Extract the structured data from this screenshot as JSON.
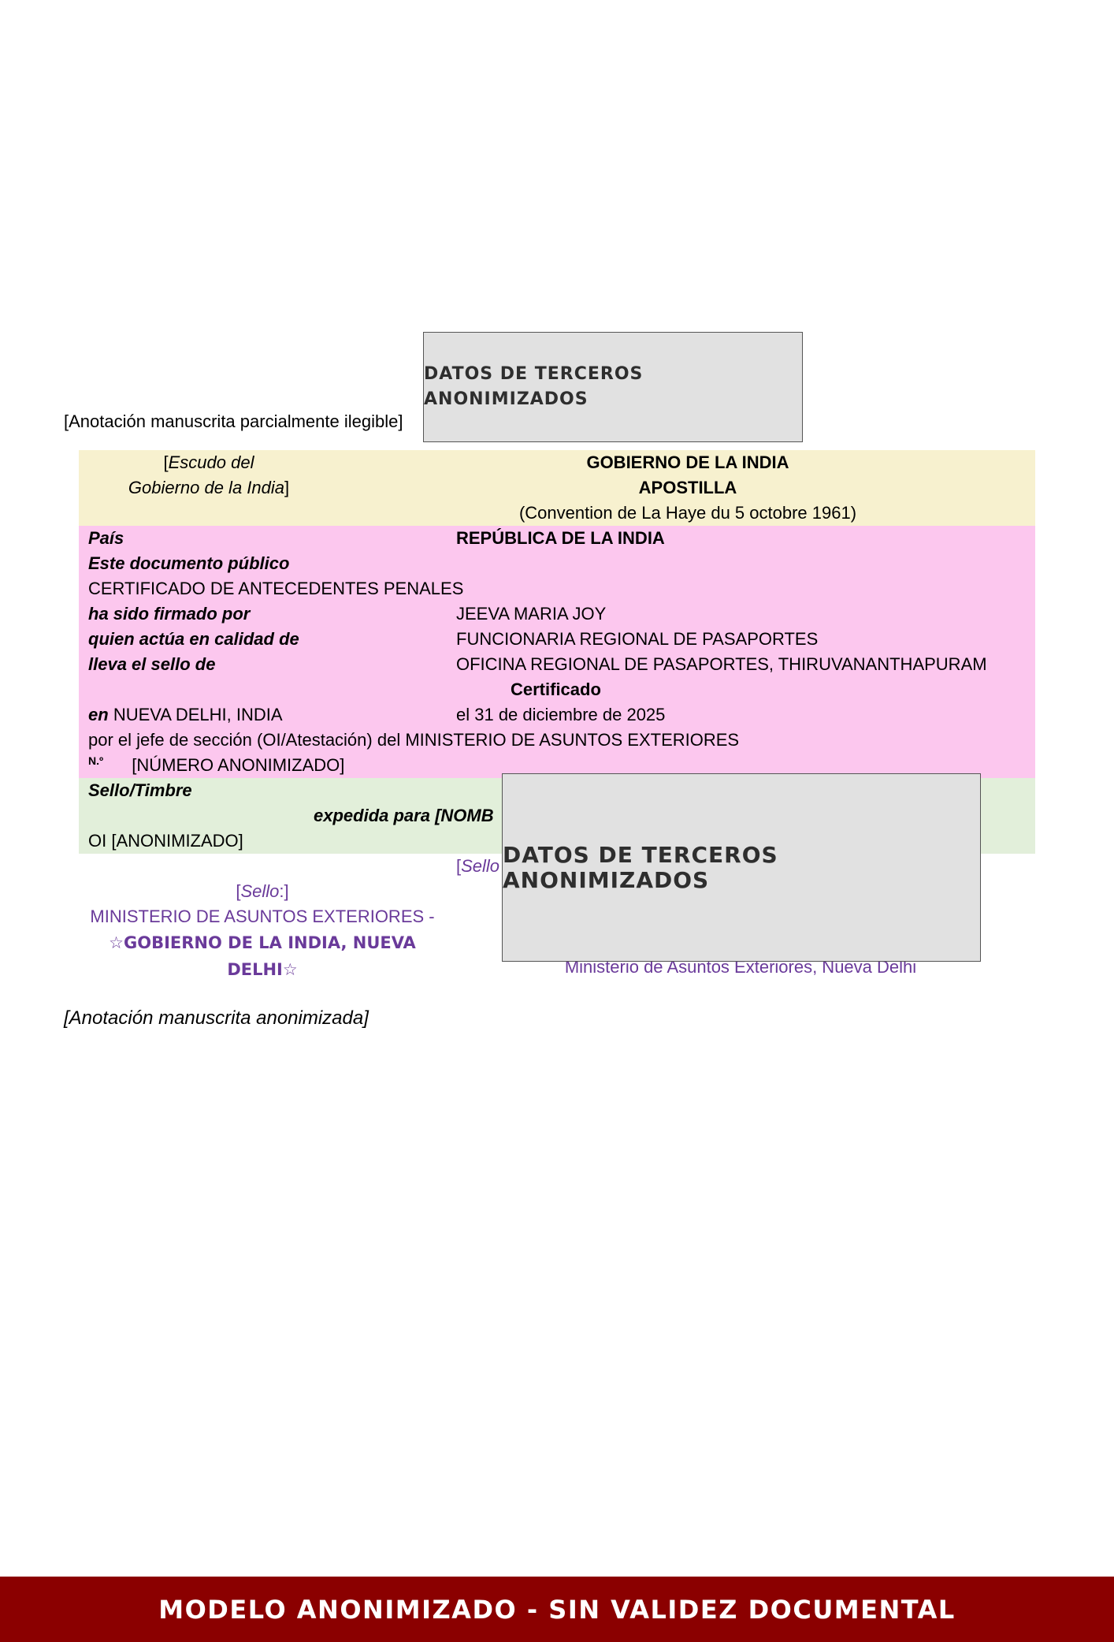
{
  "annotations": {
    "top_note": "[Anotación manuscrita parcialmente ilegible]",
    "bottom_note": "[Anotación manuscrita anonimizada]"
  },
  "redactions": {
    "label": "DATOS DE TERCEROS ANONIMIZADOS"
  },
  "header": {
    "emblem_line1_open": "[",
    "emblem_line1_italic": "Escudo del",
    "emblem_line2_italic": "Gobierno de la India",
    "emblem_line2_close": "]",
    "gov_title": "GOBIERNO DE LA INDIA",
    "apostille_title": "APOSTILLA",
    "convention": "(Convention de La Haye du 5 octobre 1961)"
  },
  "fields": {
    "country_label": "País",
    "country_value": "REPÚBLICA DE LA INDIA",
    "document_label": "Este documento público",
    "document_value": "CERTIFICADO DE ANTECEDENTES PENALES",
    "signed_label": "ha sido firmado por",
    "signed_value": "JEEVA MARIA JOY",
    "capacity_label": "quien actúa en calidad de",
    "capacity_value": "FUNCIONARIA REGIONAL DE PASAPORTES",
    "seal_label": "lleva el sello de",
    "seal_value": "OFICINA REGIONAL DE PASAPORTES, THIRUVANANTHAPURAM",
    "certified_heading": "Certificado",
    "place_label": "en",
    "place_value": "NUEVA DELHI, INDIA",
    "date_value": "el 31 de diciembre de 2025",
    "by_line": "por el jefe de sección (OI/Atestación) del MINISTERIO DE ASUNTOS EXTERIORES",
    "number_label": "N.º",
    "number_value": "[NÚMERO ANONIMIZADO]",
    "stamp_label": "Sello/Timbre",
    "issued_for": "expedida para [NOMB",
    "oi_value": "OI [ANONIMIZADO]"
  },
  "stamps": {
    "left_open": "[",
    "left_italic": "Sello",
    "left_close": ":]",
    "left_line1": "MINISTERIO DE ASUNTOS EXTERIORES -",
    "left_line2": "☆GOBIERNO DE LA INDIA, NUEVA",
    "left_line3": "DELHI☆",
    "right_open": "[",
    "right_italic": "Sello",
    "right_bottom": "Ministerio de Asuntos Exteriores, Nueva Delhi"
  },
  "footer": {
    "banner": "MODELO ANONIMIZADO - SIN VALIDEZ DOCUMENTAL"
  }
}
